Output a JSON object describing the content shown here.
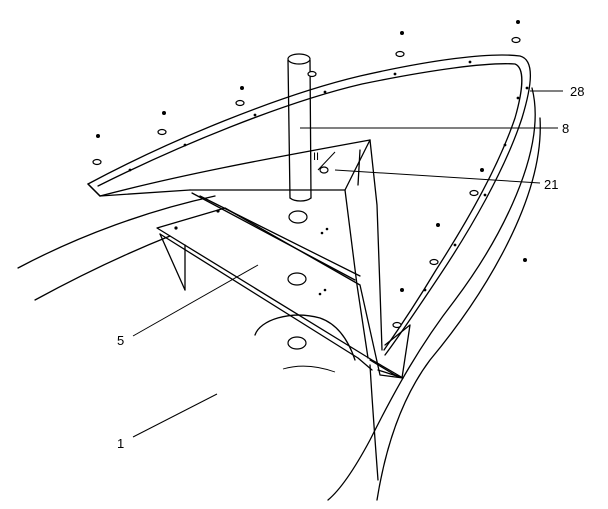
{
  "callouts": [
    {
      "id": "c28",
      "text": "28"
    },
    {
      "id": "c8",
      "text": "8"
    },
    {
      "id": "c21",
      "text": "21"
    },
    {
      "id": "c5",
      "text": "5"
    },
    {
      "id": "c1",
      "text": "1"
    }
  ],
  "mark": {
    "text": "II"
  },
  "colors": {
    "line": "#000000",
    "background": "#ffffff"
  }
}
